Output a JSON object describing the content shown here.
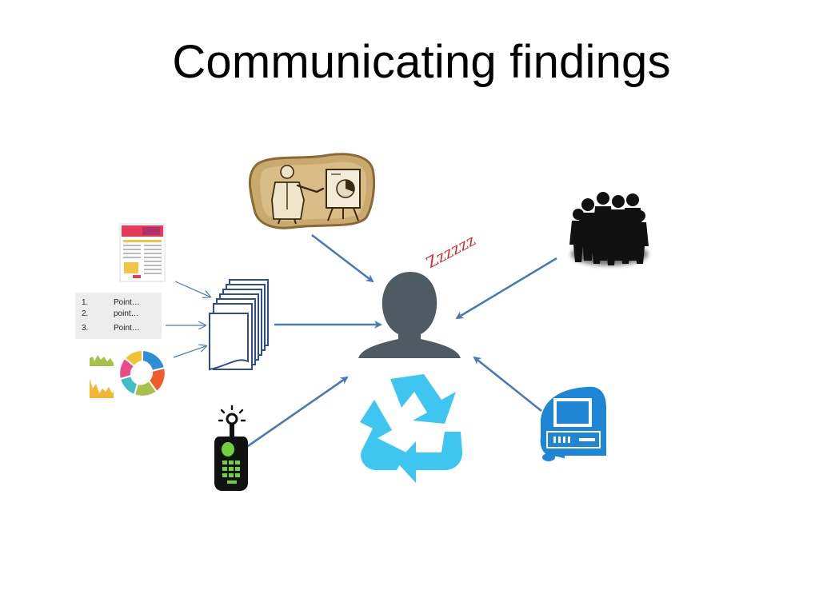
{
  "title": "Communicating findings",
  "sleep_text": "Zzzzzz",
  "list_items": [
    {
      "num": "1.",
      "text": "Point…"
    },
    {
      "num": "2.",
      "text": "point…"
    },
    {
      "num": "3.",
      "text": "Point…"
    }
  ],
  "icons": {
    "presenter": "presenter-easel-icon",
    "crowd": "crowd-silhouette-icon",
    "person": "person-silhouette-icon",
    "documents": "document-stack-icon",
    "report": "report-thumbnail-icon",
    "charts": "chart-thumbnails-icon",
    "recycle": "recycle-icon",
    "phone": "mobile-phone-icon",
    "computer": "computer-icon"
  },
  "colors": {
    "arrow": "#4a7ab5",
    "person": "#4f5b62",
    "recycle": "#3fc6f0",
    "computer": "#1f86d6",
    "sleep": "#d42a2a",
    "document": "#2c4d8f",
    "presenter_bg": "#c9a96e"
  }
}
